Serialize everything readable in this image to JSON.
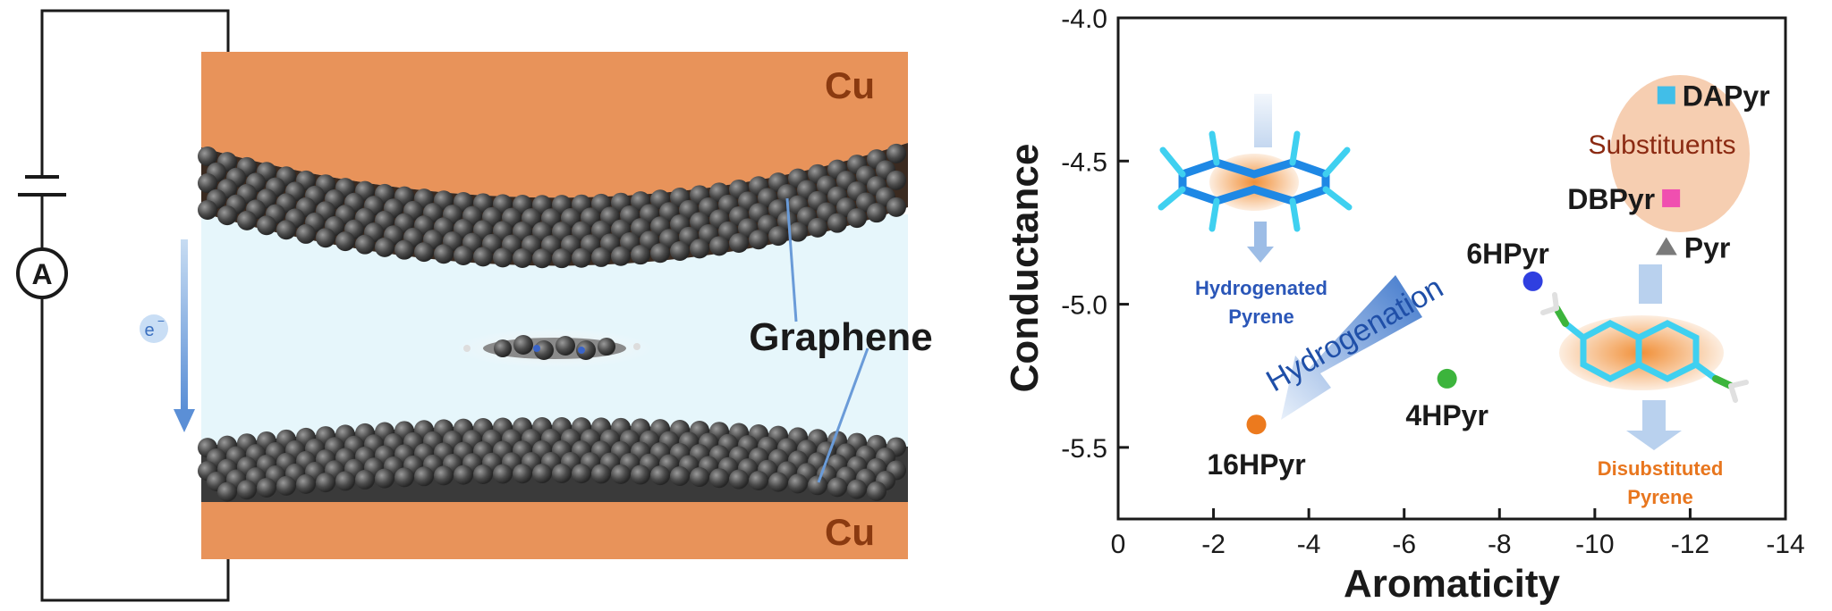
{
  "schematic": {
    "electrode_top": "Cu",
    "electrode_bottom": "Cu",
    "layer_label": "Graphene",
    "electron_label": "e",
    "electron_sup": "−",
    "ammeter_label": "A",
    "colors": {
      "copper": "#E8935A",
      "graphene": "#4a4a4a",
      "gap": "#E6F6FB",
      "arrow": "#5b8fd6"
    }
  },
  "chart_data": {
    "type": "scatter",
    "xlabel": "Aromaticity",
    "ylabel": "Conductance",
    "xlim": [
      0,
      -14
    ],
    "ylim": [
      -5.75,
      -4.0
    ],
    "xticks": [
      0,
      -2,
      -4,
      -6,
      -8,
      -10,
      -12,
      -14
    ],
    "yticks": [
      -4.0,
      -4.5,
      -5.0,
      -5.5
    ],
    "xtick_labels": [
      "0",
      "-2",
      "-4",
      "-6",
      "-8",
      "-10",
      "-12",
      "-14"
    ],
    "ytick_labels": [
      "-4.0",
      "-4.5",
      "-5.0",
      "-5.5"
    ],
    "grid": false,
    "points": [
      {
        "name": "DAPyr",
        "x": -11.5,
        "y": -4.27,
        "marker": "square",
        "color": "#41BEE8"
      },
      {
        "name": "DBPyr",
        "x": -11.6,
        "y": -4.63,
        "marker": "square",
        "color": "#F04FB0"
      },
      {
        "name": "Pyr",
        "x": -11.5,
        "y": -4.8,
        "marker": "triangle",
        "color": "#7a7a7a"
      },
      {
        "name": "6HPyr",
        "x": -8.7,
        "y": -4.92,
        "marker": "circle",
        "color": "#2F3FE0"
      },
      {
        "name": "4HPyr",
        "x": -6.9,
        "y": -5.26,
        "marker": "circle",
        "color": "#3CB43C"
      },
      {
        "name": "16HPyr",
        "x": -2.9,
        "y": -5.42,
        "marker": "circle",
        "color": "#EC7A1E"
      }
    ],
    "annotations": {
      "substituents": "Substituents",
      "hydrogenation": "Hydrogenation",
      "hydrogenated_line1": "Hydrogenated",
      "hydrogenated_line2": "Pyrene",
      "disubstituted_line1": "Disubstituted",
      "disubstituted_line2": "Pyrene"
    },
    "colors": {
      "hydrogenated_text": "#2A56B8",
      "disubstituted_text": "#E8761E",
      "substituents_text": "#8B2A12",
      "ellipse": "#F5C9A8"
    }
  }
}
